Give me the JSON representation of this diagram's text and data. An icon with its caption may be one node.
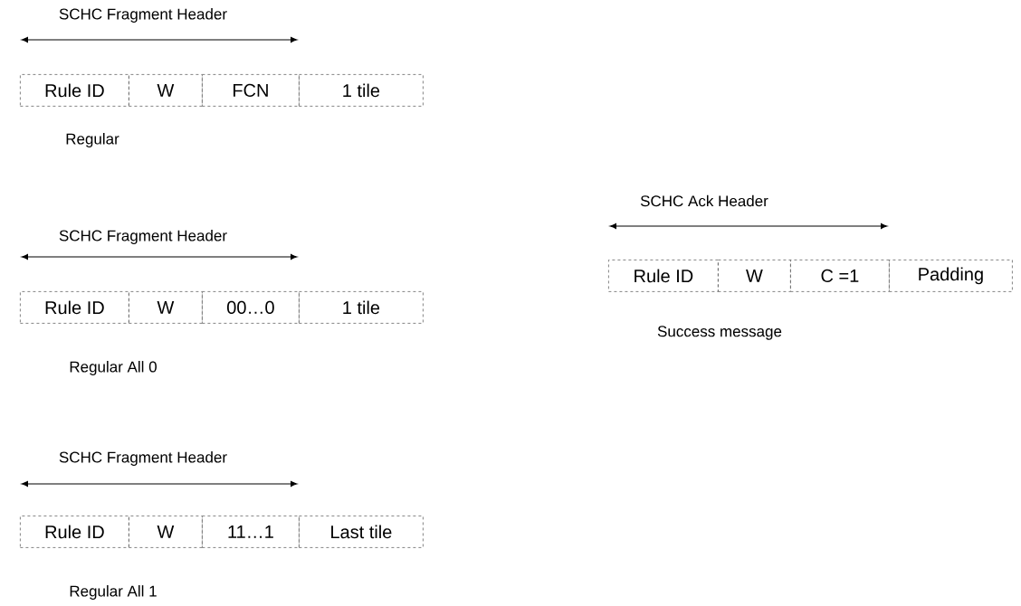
{
  "diagram": {
    "nodes": [
      {
        "text": [
          "Rule ID"
        ]
      },
      {
        "text": [
          "W"
        ]
      },
      {
        "text": [
          "FCN"
        ]
      },
      {
        "text": [
          "1 tile"
        ]
      },
      {
        "text": [
          "Rule ID"
        ]
      },
      {
        "text": [
          "W"
        ]
      },
      {
        "text": [
          "C =1"
        ]
      },
      {
        "text": [
          "Padding"
        ]
      },
      {
        "text": [
          "Rule ID"
        ]
      },
      {
        "text": [
          "W"
        ]
      },
      {
        "text": [
          "00…0"
        ]
      },
      {
        "text": [
          "1 tile"
        ]
      },
      {
        "text": [
          "Rule ID"
        ]
      },
      {
        "text": [
          "W"
        ]
      },
      {
        "text": [
          "11…1"
        ]
      },
      {
        "text": [
          "Last tile"
        ]
      }
    ],
    "labels": [
      "SCHC Fragment Header",
      "Regular",
      "SCHC Ack Header",
      "SCHC Fragment Header",
      "Success message",
      "Regular All 0",
      "SCHC Fragment Header",
      "Regular All 1"
    ]
  }
}
